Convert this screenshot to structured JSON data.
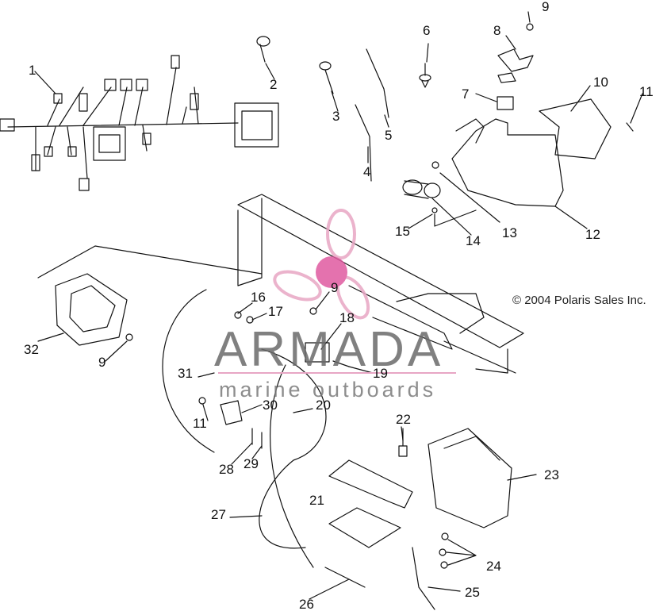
{
  "copyright": "© 2004 Polaris Sales Inc.",
  "watermark": {
    "title": "ARMADA",
    "subtitle": "marine outboards",
    "logo_color": "#e8a6c4",
    "logo_core_color": "#e05aa0"
  },
  "callouts": [
    "1",
    "2",
    "3",
    "4",
    "5",
    "6",
    "7",
    "8",
    "9",
    "10",
    "11",
    "12",
    "13",
    "14",
    "15",
    "16",
    "17",
    "9",
    "18",
    "19",
    "20",
    "21",
    "22",
    "23",
    "24",
    "25",
    "26",
    "27",
    "28",
    "29",
    "30",
    "31",
    "32",
    "9",
    "11"
  ],
  "colors": {
    "line": "#111111",
    "text": "#111111"
  }
}
